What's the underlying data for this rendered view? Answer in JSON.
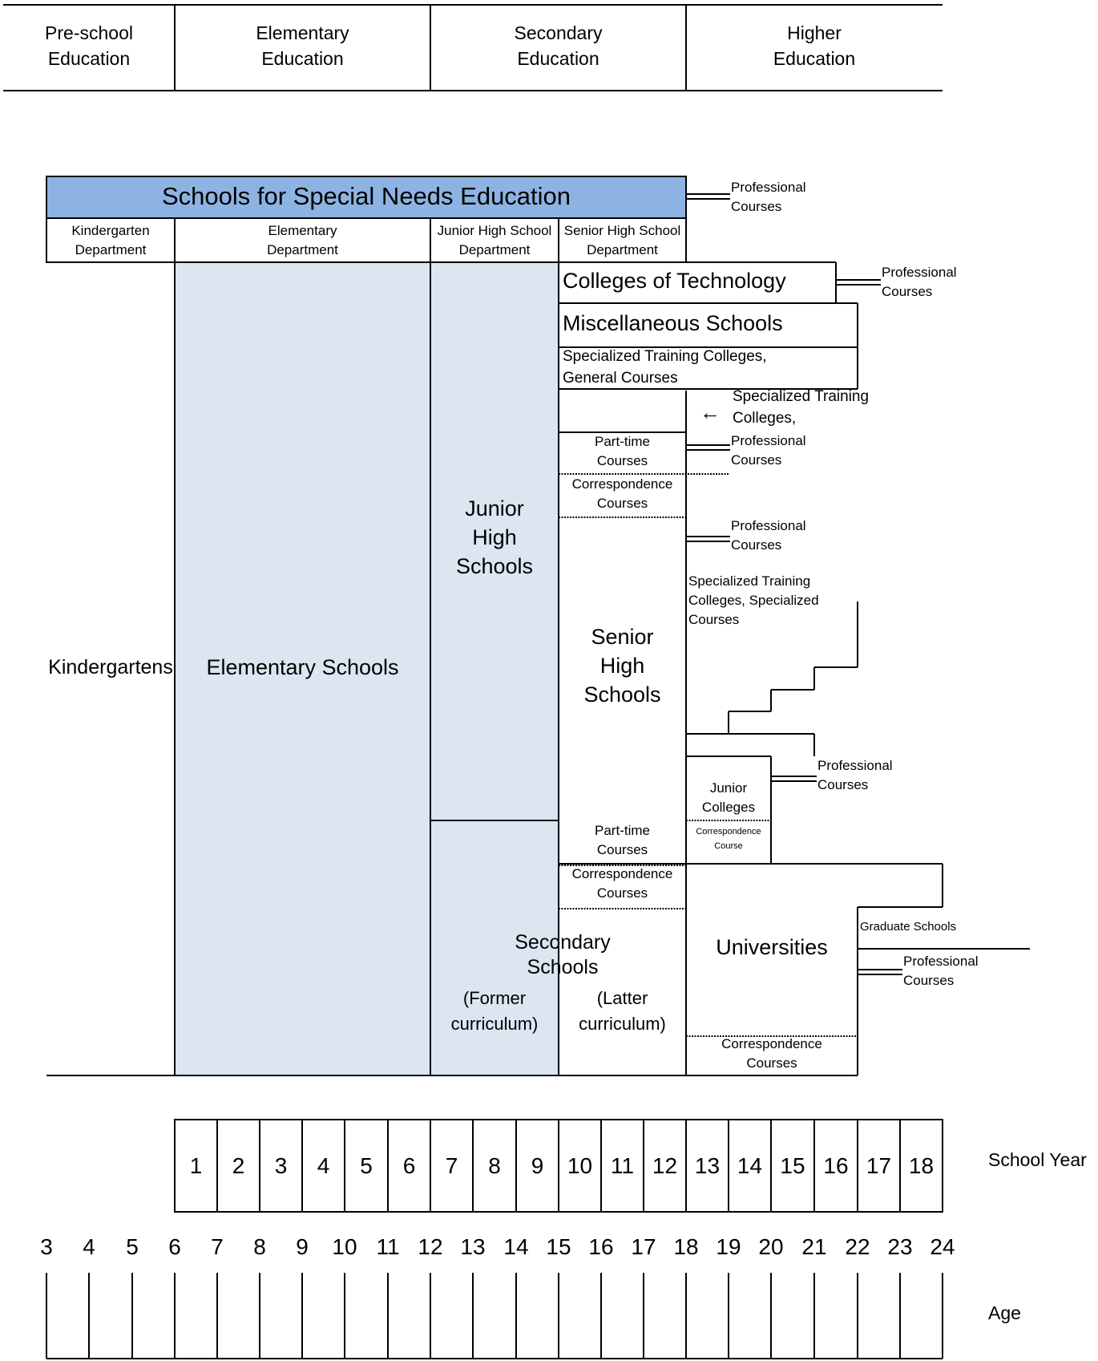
{
  "colors": {
    "line": "#000000",
    "title_fill": "#8db3e2",
    "shade_fill": "#dce6f1",
    "background": "#ffffff"
  },
  "headers": [
    "Pre-school\nEducation",
    "Elementary\nEducation",
    "Secondary\nEducation",
    "Higher\nEducation"
  ],
  "special_needs": {
    "title": "Schools for Special Needs Education",
    "departments": [
      "Kindergarten\nDepartment",
      "Elementary\nDepartment",
      "Junior High School\nDepartment",
      "Senior High School\nDepartment"
    ],
    "professional": "Professional\nCourses"
  },
  "institutions": {
    "kindergartens": "Kindergartens",
    "elementary_schools": "Elementary Schools",
    "junior_high_schools": "Junior\nHigh\nSchools",
    "senior_high_schools": "Senior\nHigh\nSchools",
    "colleges_of_technology": "Colleges of Technology",
    "misc_schools": "Miscellaneous Schools",
    "specialized_general": "Specialized Training Colleges,\nGeneral Courses",
    "specialized_training_colleges": "Specialized Training\nColleges,",
    "specialized_courses": "Specialized Training\nColleges, Specialized\nCourses",
    "junior_colleges": "Junior\nColleges",
    "universities": "Universities",
    "graduate_schools": "Graduate Schools",
    "secondary_schools": "Secondary\nSchools",
    "former_curriculum": "(Former\ncurriculum)",
    "latter_curriculum": "(Latter\ncurriculum)"
  },
  "course_labels": {
    "professional": "Professional\nCourses",
    "part_time": "Part-time\nCourses",
    "correspondence": "Correspondence\nCourses",
    "correspondence_course": "Correspondence\nCourse"
  },
  "arrow_glyph": "←",
  "school_year": {
    "label": "School Year",
    "values": [
      1,
      2,
      3,
      4,
      5,
      6,
      7,
      8,
      9,
      10,
      11,
      12,
      13,
      14,
      15,
      16,
      17,
      18
    ]
  },
  "age": {
    "label": "Age",
    "values": [
      3,
      4,
      5,
      6,
      7,
      8,
      9,
      10,
      11,
      12,
      13,
      14,
      15,
      16,
      17,
      18,
      19,
      20,
      21,
      22,
      23,
      24
    ]
  }
}
